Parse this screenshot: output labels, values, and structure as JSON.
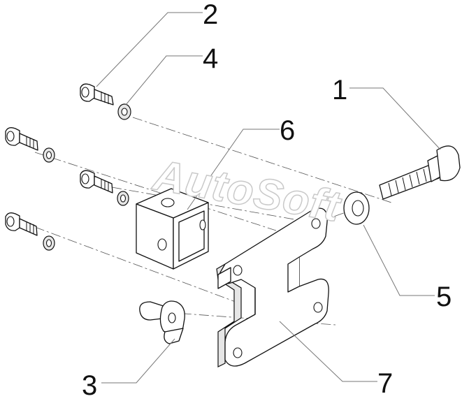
{
  "callouts": {
    "c1": "1",
    "c2": "2",
    "c3": "3",
    "c4": "4",
    "c5": "5",
    "c6": "6",
    "c7": "7"
  },
  "watermark": "AutoSoft",
  "colors": {
    "line": "#111111",
    "leader": "#777777",
    "watermark_outline": "#c9c9c9",
    "background": "#ffffff"
  }
}
